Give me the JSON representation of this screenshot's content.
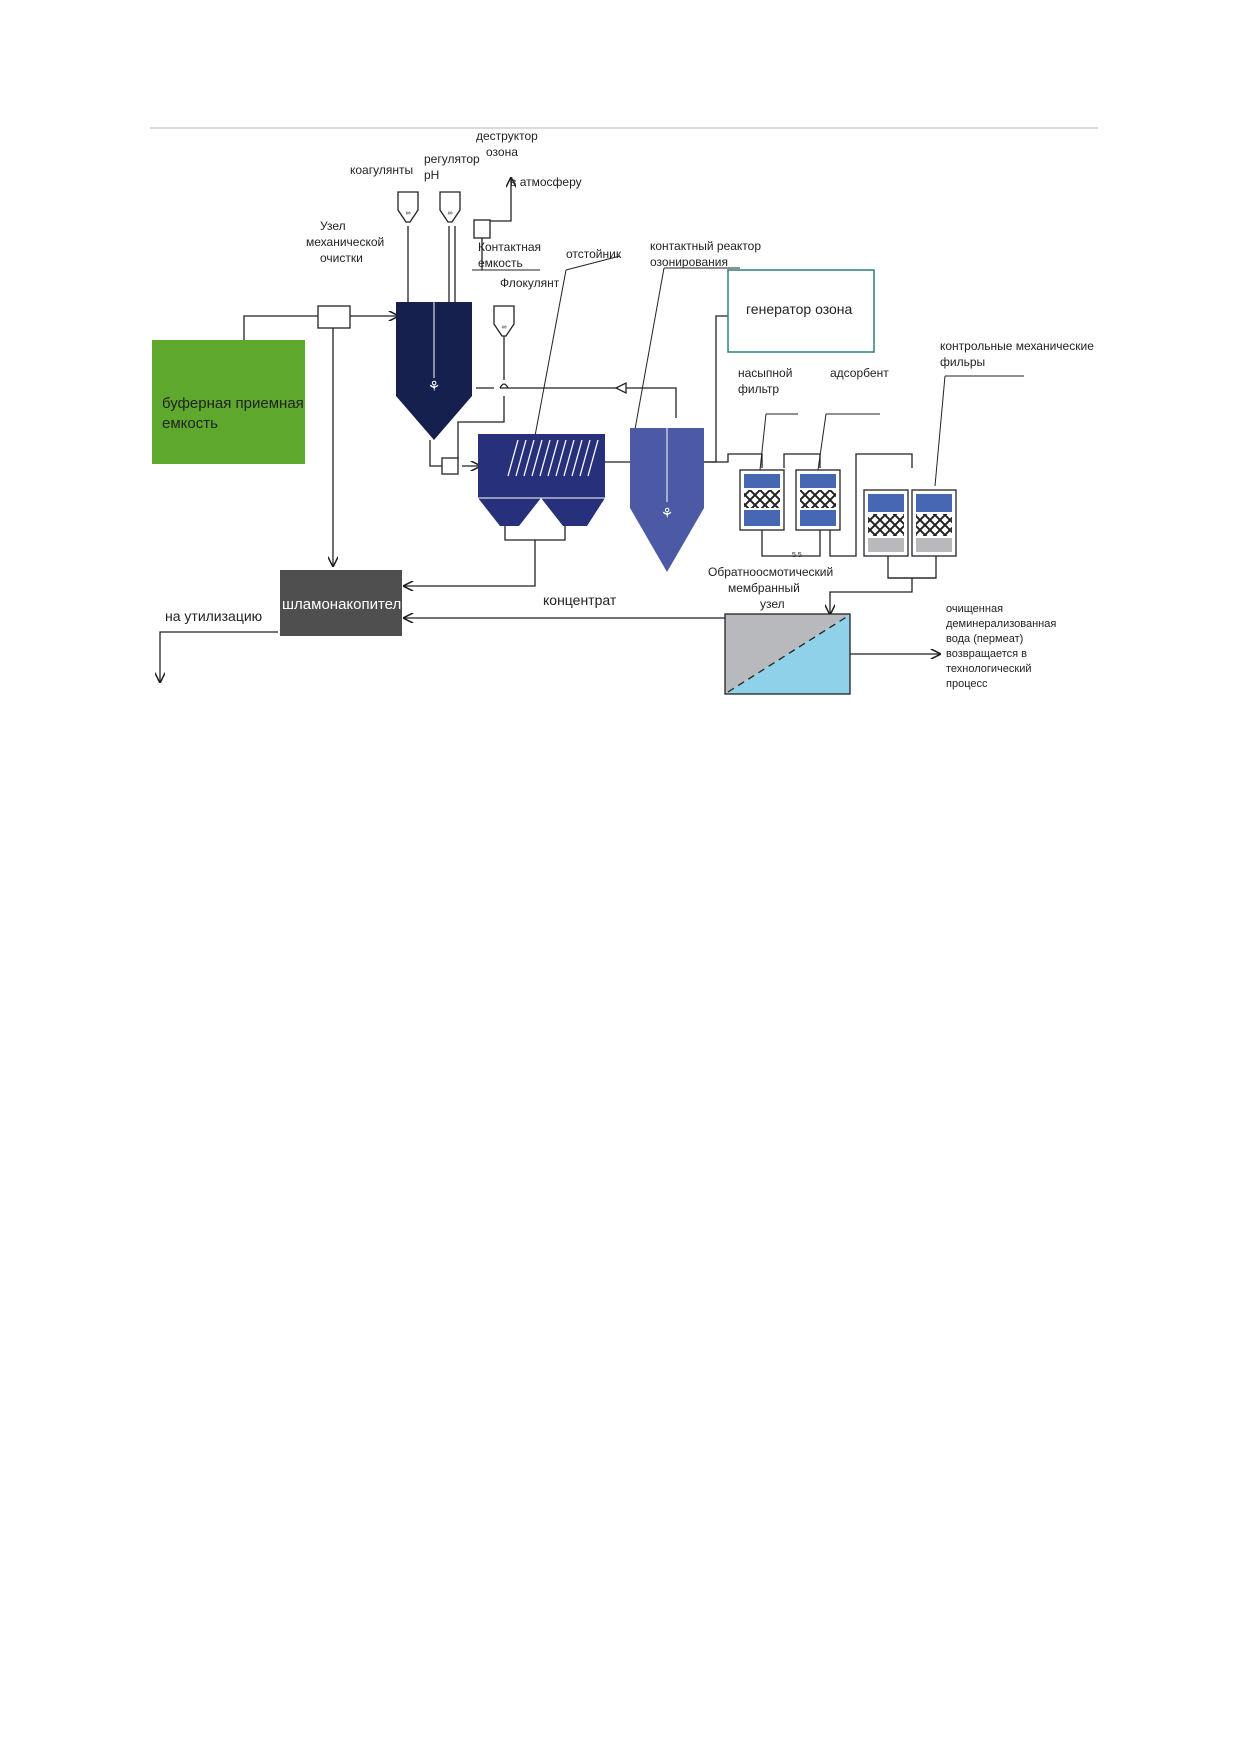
{
  "colors": {
    "buffer_tank": "#5ea82e",
    "dark_navy": "#16204f",
    "settler": "#27307a",
    "reactor": "#4c5aa6",
    "filter_blue": "#4668b2",
    "sludge": "#4f4f4f",
    "membrane_gray": "#b7b9bc",
    "membrane_blue": "#8fd1e8",
    "generator_border": "#2e7f7e"
  },
  "labels": {
    "destructor_line1": "деструктор",
    "destructor_line2": "озона",
    "coagulants": "коагулянты",
    "ph_line1": "регулятор",
    "ph_line2": "pH",
    "atmosphere": "в атмосферу",
    "mech_line1": "Узел",
    "mech_line2": "механической",
    "mech_line3": "очистки",
    "contact_line1": "Контактная",
    "contact_line2": "емкость",
    "settler": "отстойник",
    "reactor_line1": "контактный реактор",
    "reactor_line2": "озонирования",
    "flocculant": "Флокулянт",
    "generator": "генератор озона",
    "control_line1": "контрольные механические",
    "control_line2": "фильры",
    "bulk_line1": "насыпной",
    "bulk_line2": "фильтр",
    "adsorbent": "адсорбент",
    "buffer_line1": "буферная приемная",
    "buffer_line2": "емкость",
    "ro_line1": "Обратноосмотический",
    "ro_line2": "мембранный",
    "ro_line3": "узел",
    "sludge": "шламонакопитель",
    "concentrate": "концентрат",
    "disposal": "на утилизацию",
    "permeate_line1": "очищенная",
    "permeate_line2": "деминерализованная",
    "permeate_line3": "вода (пермеат)",
    "permeate_line4": "возвращается в",
    "permeate_line5": "технологический",
    "permeate_line6": "процесс"
  }
}
